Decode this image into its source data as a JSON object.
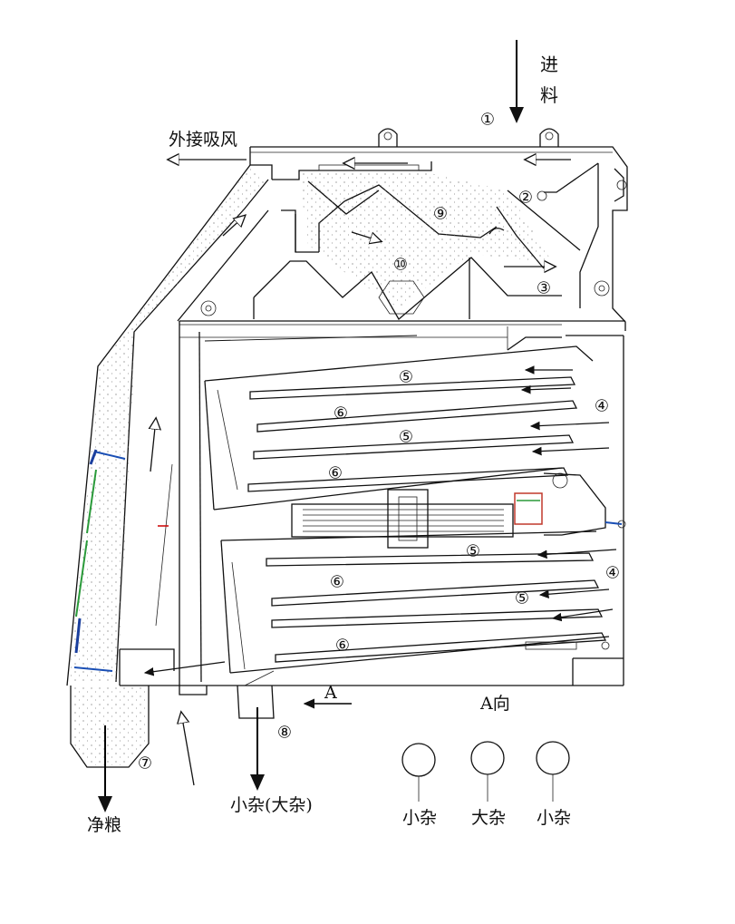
{
  "labels": {
    "feed_char1": "进",
    "feed_char2": "料",
    "external_suction": "外接吸风",
    "clean_grain": "净粮",
    "small_impurity_big": "小杂(大杂)",
    "a_marker": "A",
    "a_direction": "A向",
    "outlet_left": "小杂",
    "outlet_middle": "大杂",
    "outlet_right": "小杂"
  },
  "callouts": [
    "①",
    "②",
    "③",
    "④",
    "④",
    "⑤",
    "⑤",
    "⑤",
    "⑤",
    "⑥",
    "⑥",
    "⑥",
    "⑥",
    "⑦",
    "⑧",
    "⑨",
    "⑩"
  ]
}
